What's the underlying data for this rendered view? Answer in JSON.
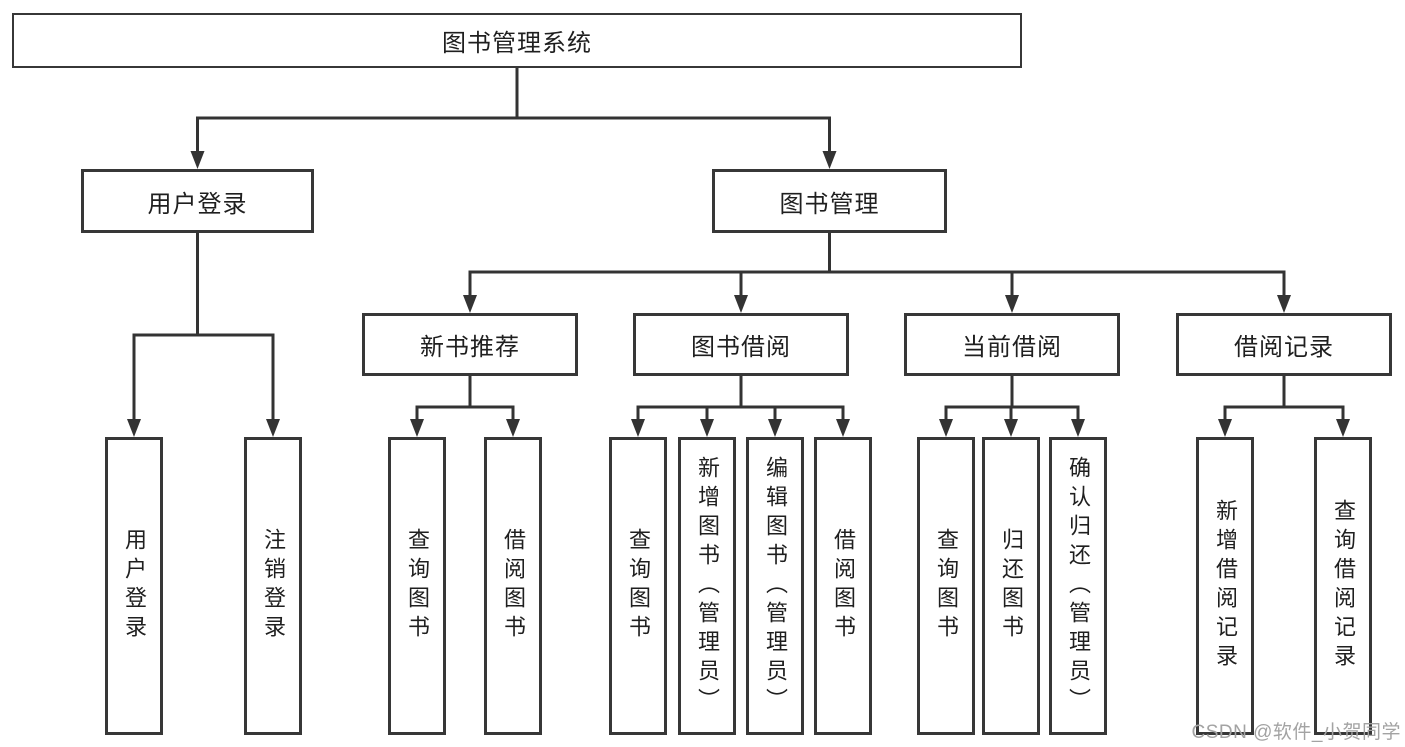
{
  "tree": {
    "id": "library-system",
    "label": "图书管理系统",
    "children": [
      {
        "id": "user-login",
        "label": "用户登录",
        "children": [
          {
            "id": "user-login-leaf",
            "label": "用户登录"
          },
          {
            "id": "logout-leaf",
            "label": "注销登录"
          }
        ]
      },
      {
        "id": "book-management",
        "label": "图书管理",
        "children": [
          {
            "id": "new-book-recommend",
            "label": "新书推荐",
            "children": [
              {
                "id": "nb-query-books",
                "label": "查询图书"
              },
              {
                "id": "nb-borrow-books",
                "label": "借阅图书"
              }
            ]
          },
          {
            "id": "book-borrowing",
            "label": "图书借阅",
            "children": [
              {
                "id": "bw-query-books",
                "label": "查询图书"
              },
              {
                "id": "bw-add-books",
                "label": "新增图书（管理员）"
              },
              {
                "id": "bw-edit-books",
                "label": "编辑图书（管理员）"
              },
              {
                "id": "bw-borrow-books",
                "label": "借阅图书"
              }
            ]
          },
          {
            "id": "current-borrowing",
            "label": "当前借阅",
            "children": [
              {
                "id": "cur-query-books",
                "label": "查询图书"
              },
              {
                "id": "cur-return-books",
                "label": "归还图书"
              },
              {
                "id": "cur-confirm-return",
                "label": "确认归还（管理员）"
              }
            ]
          },
          {
            "id": "borrow-records",
            "label": "借阅记录",
            "children": [
              {
                "id": "rec-add-record",
                "label": "新增借阅记录"
              },
              {
                "id": "rec-query-record",
                "label": "查询借阅记录"
              }
            ]
          }
        ]
      }
    ]
  },
  "watermark": "CSDN @软件_小贺同学",
  "colors": {
    "background": "#ffffff",
    "box_fill": "#ffffff",
    "box_border": "#373737",
    "line": "#333333",
    "text": "#1f1f1f",
    "watermark": "#a3a3a3"
  }
}
